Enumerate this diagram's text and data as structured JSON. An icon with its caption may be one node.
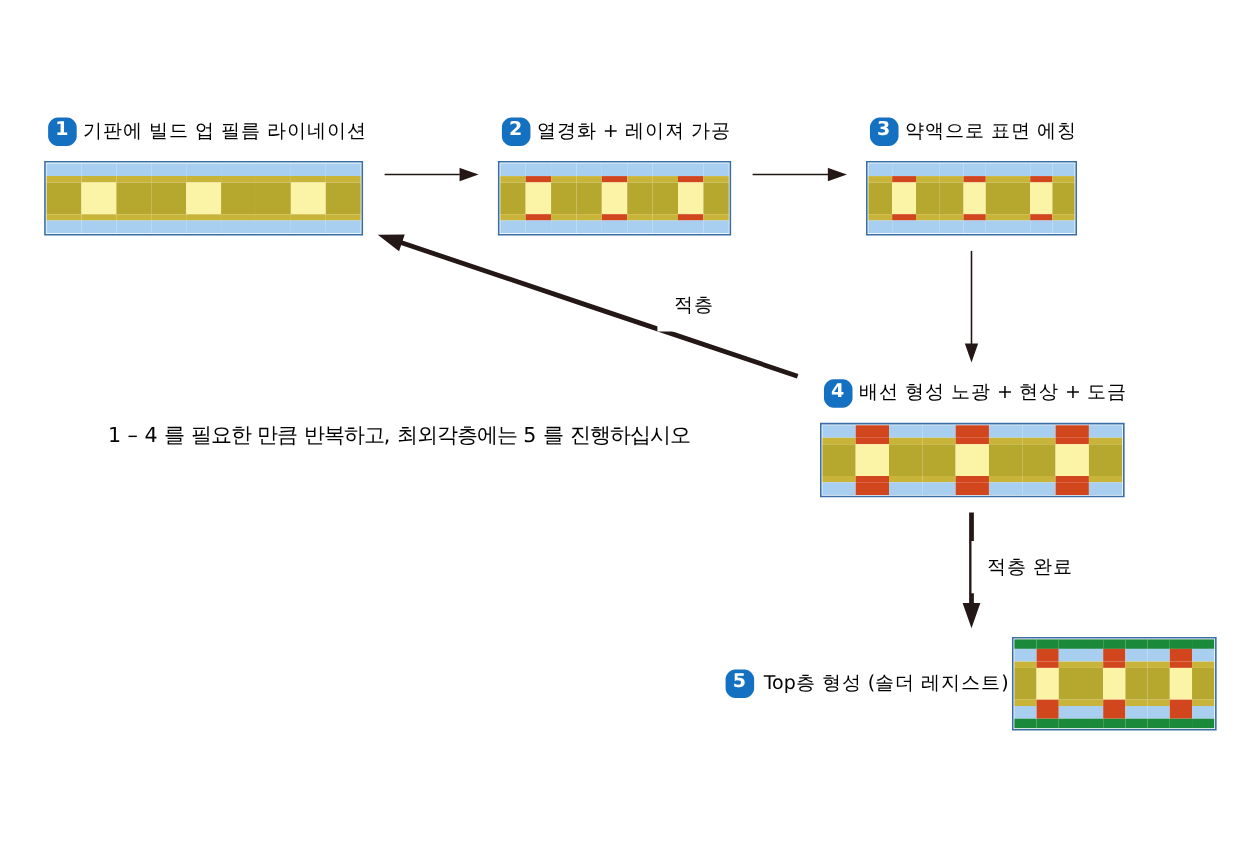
{
  "diagram": {
    "nodes": [
      {
        "text": [
          "1",
          "기판에 빌드 업 필름 라이네이션"
        ]
      },
      {
        "text": [
          "2",
          "열경화 + 레이져 가공"
        ]
      },
      {
        "text": [
          "3",
          "약액으로 표면 에칭"
        ]
      },
      {
        "text": [
          "4",
          "배선 형성 노광 + 현상 + 도금"
        ]
      },
      {
        "text": [
          "5",
          "Top층 형성 (솔더 레지스트)"
        ]
      }
    ],
    "edges": [
      {
        "from": 0,
        "to": 1,
        "arrow": "to"
      },
      {
        "from": 1,
        "to": 2,
        "arrow": "to"
      },
      {
        "from": 2,
        "to": 3,
        "arrow": "to"
      },
      {
        "from": 3,
        "to": 0,
        "arrow": "to",
        "label": "적층",
        "style": "thick"
      },
      {
        "from": 3,
        "to": 4,
        "arrow": "to",
        "label": "적층 완료",
        "style": "thick"
      }
    ],
    "labels": [
      "1 – 4 를 필요한 만큼 반복하고, 최외각층에는 5 를 진행하십시오"
    ]
  }
}
